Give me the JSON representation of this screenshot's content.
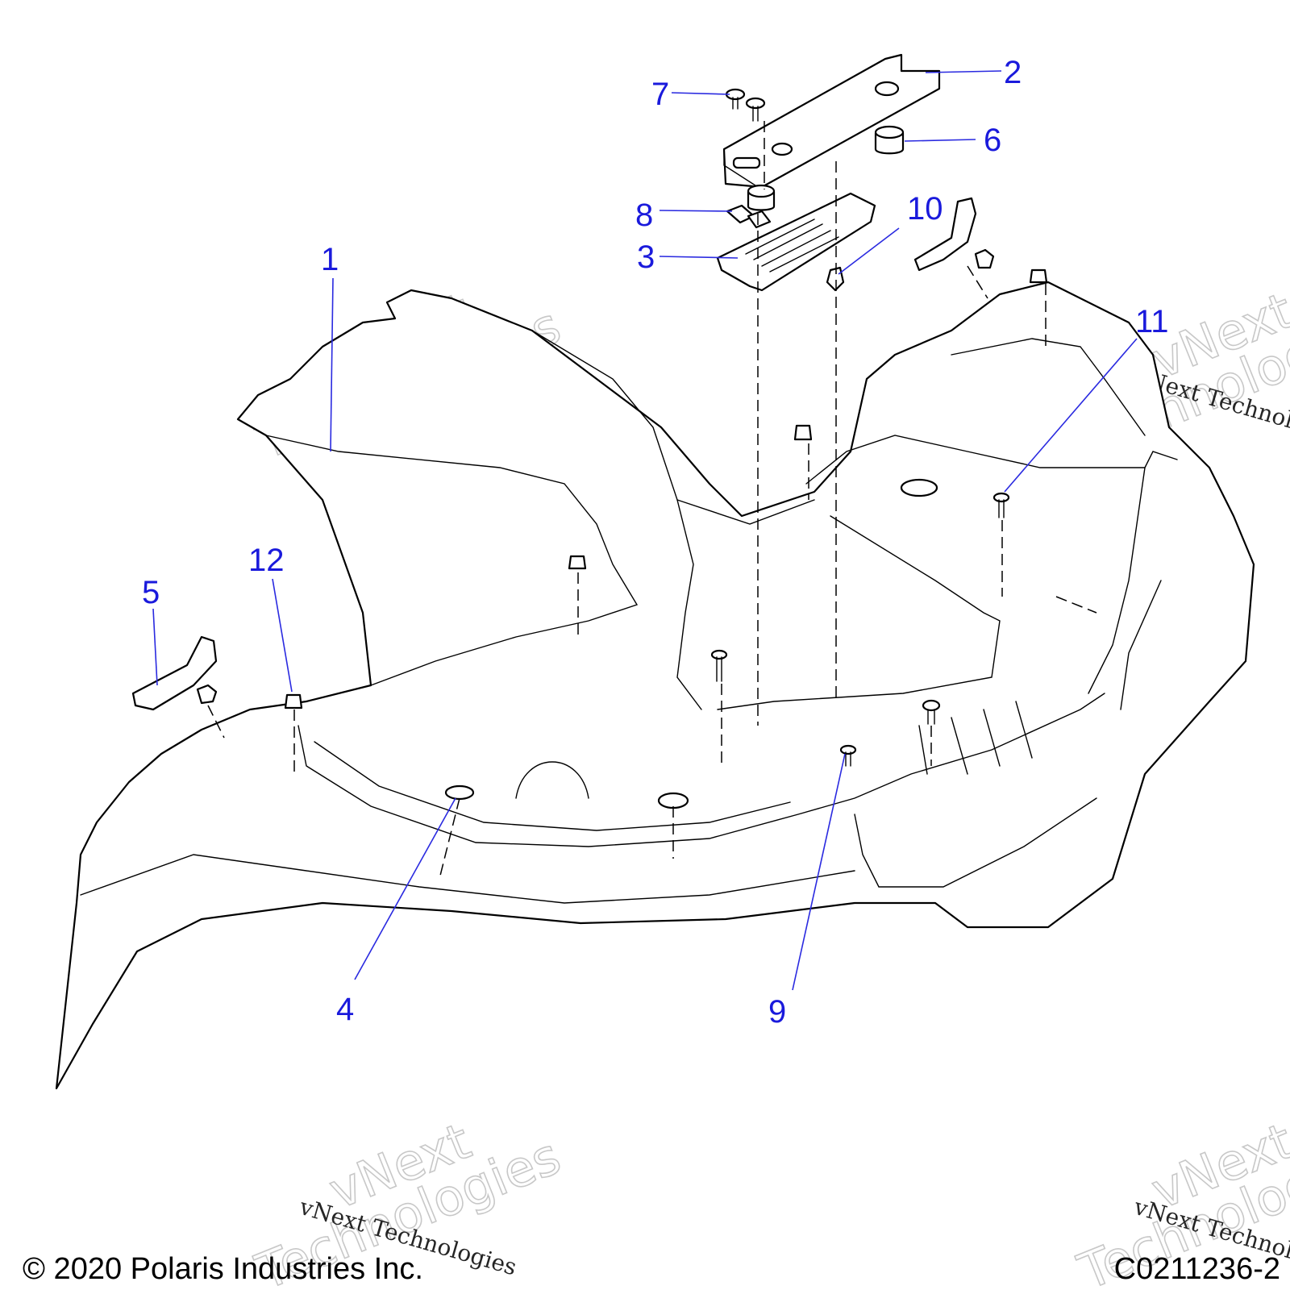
{
  "callouts": [
    {
      "id": "1",
      "label": "1"
    },
    {
      "id": "2",
      "label": "2"
    },
    {
      "id": "3",
      "label": "3"
    },
    {
      "id": "4",
      "label": "4"
    },
    {
      "id": "5",
      "label": "5"
    },
    {
      "id": "6",
      "label": "6"
    },
    {
      "id": "7",
      "label": "7"
    },
    {
      "id": "8",
      "label": "8"
    },
    {
      "id": "9",
      "label": "9"
    },
    {
      "id": "10",
      "label": "10"
    },
    {
      "id": "11",
      "label": "11"
    },
    {
      "id": "12",
      "label": "12"
    }
  ],
  "watermark": {
    "line_a": "vNext Technologies",
    "line_b1": "vNext",
    "line_b2": "Technologies"
  },
  "footer": {
    "copyright": "© 2020 Polaris Industries Inc.",
    "drawing_id": "C0211236-2"
  },
  "colors": {
    "callout": "#1a1adc",
    "line": "#000000"
  }
}
